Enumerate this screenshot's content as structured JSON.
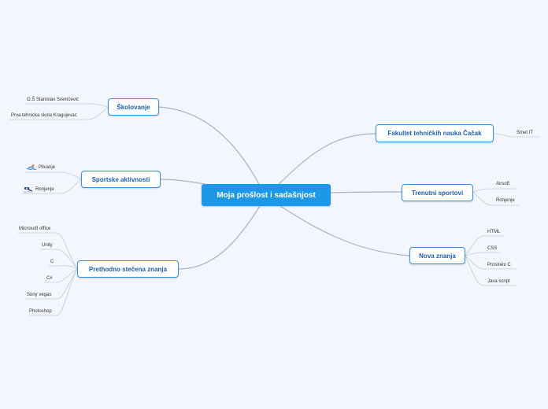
{
  "central": "Moja prošlost i sadašnjost",
  "branches": {
    "skolovanje": {
      "label": "Školovanje",
      "children": [
        "O.Š Stanislav Sremčević",
        "Prva tehnicka skola Kragujevac"
      ]
    },
    "sportske": {
      "label": "Sportske aktivnosti",
      "children": [
        {
          "text": "Plivanje",
          "icon": "swimming-icon"
        },
        {
          "text": "Ronjenje",
          "icon": "diving-icon"
        }
      ]
    },
    "prethodno": {
      "label": "Prethodno stečena znanja",
      "children": [
        "Microsoft office",
        "Unity",
        "C",
        "C#",
        "Sony vegas",
        "Photoshop"
      ]
    },
    "fakultet": {
      "label": "Fakultet tehničkih nauka Čačak",
      "children": [
        "Smet IT"
      ]
    },
    "trenutni": {
      "label": "Trenutni sportovi",
      "children": [
        "Airsoft",
        "Ronjenje"
      ]
    },
    "nova": {
      "label": "Nova znanja",
      "children": [
        "HTML",
        "CSS",
        "Prosireni C",
        "Java script"
      ]
    }
  },
  "colors": {
    "central": "#1d97e8",
    "border": "#3a8fd9",
    "text": "#1f5ea8",
    "link": "#a9b2c6",
    "background": "#f4f6fd"
  }
}
